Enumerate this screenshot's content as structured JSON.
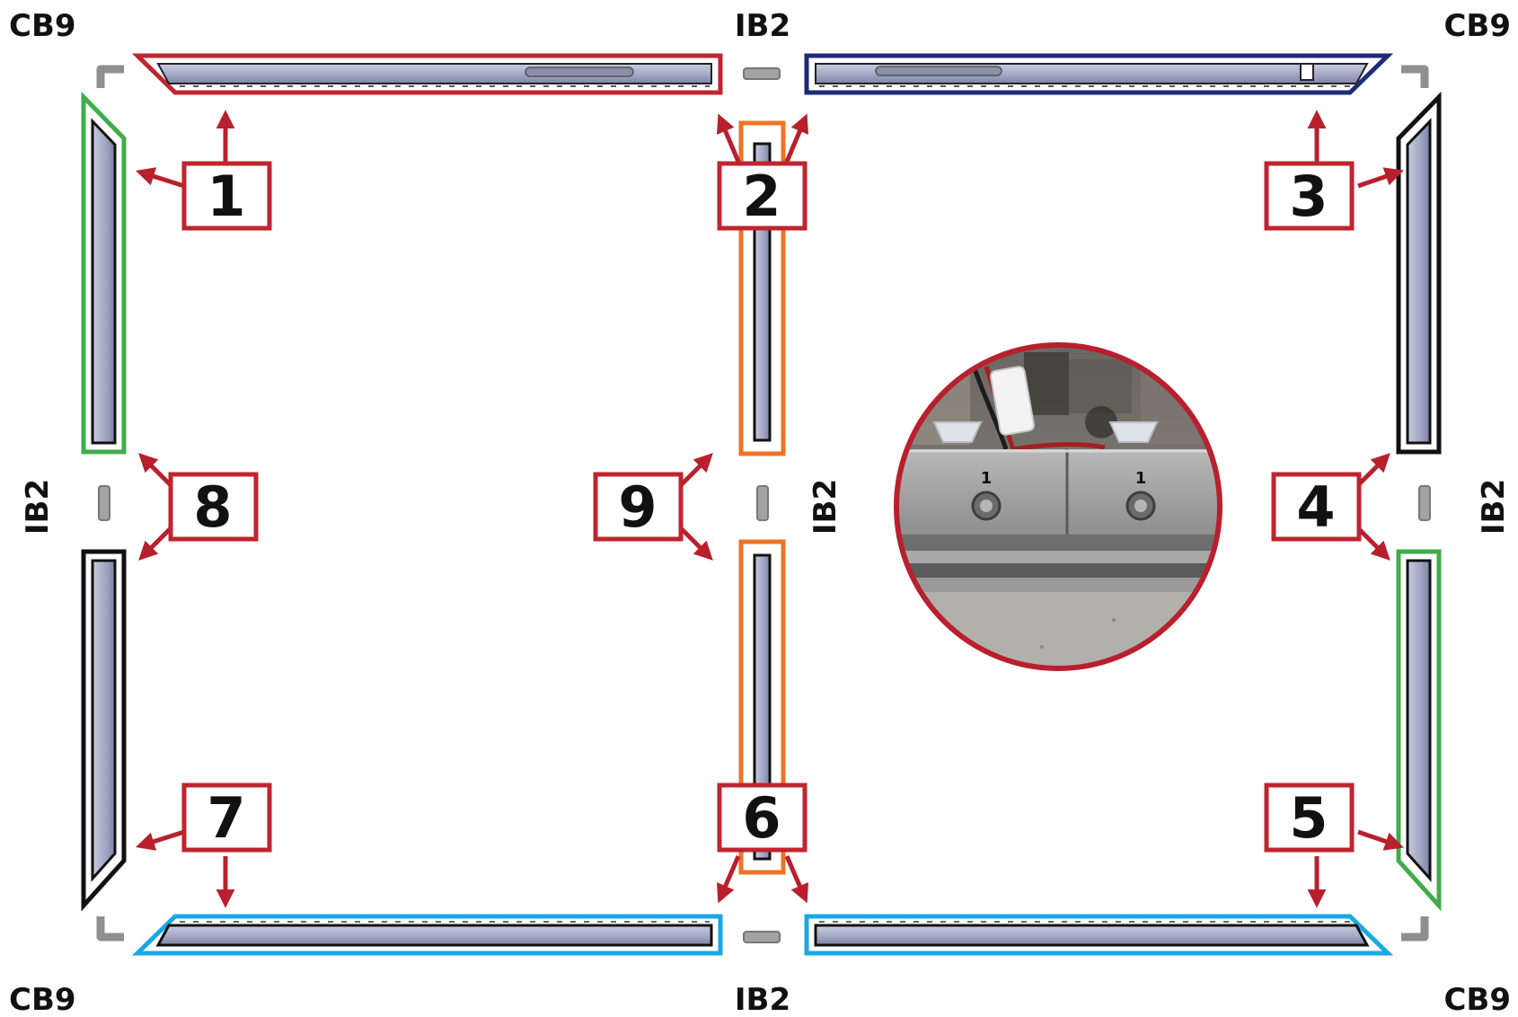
{
  "colors": {
    "accent_red": "#b8202e",
    "frame_red": "#c0242f",
    "frame_navy": "#1f2a7a",
    "frame_green": "#3fad4a",
    "frame_black": "#111111",
    "frame_orange": "#ee7424",
    "frame_cyan": "#1aa7e3",
    "rail_fill": "#a7acc6",
    "connector_grey": "#9a9a9a"
  },
  "connector_labels": {
    "top_left": "CB9",
    "top_center": "IB2",
    "top_right": "CB9",
    "left_middle": "IB2",
    "center_middle": "IB2",
    "right_middle": "IB2",
    "bottom_left": "CB9",
    "bottom_center": "IB2",
    "bottom_right": "CB9"
  },
  "steps": [
    "1",
    "2",
    "3",
    "4",
    "5",
    "6",
    "7",
    "8",
    "9"
  ],
  "inset_photo": {
    "marker_left": "1",
    "marker_right": "1"
  }
}
